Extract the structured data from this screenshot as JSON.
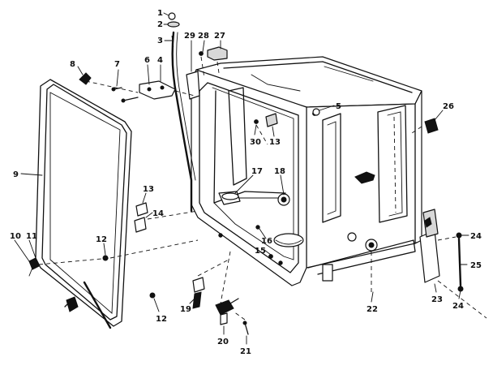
{
  "callouts": [
    {
      "id": "c1",
      "text": "1"
    },
    {
      "id": "c2",
      "text": "2"
    },
    {
      "id": "c3",
      "text": "3"
    },
    {
      "id": "c29",
      "text": "29"
    },
    {
      "id": "c28",
      "text": "28"
    },
    {
      "id": "c27",
      "text": "27"
    },
    {
      "id": "c8",
      "text": "8"
    },
    {
      "id": "c7",
      "text": "7"
    },
    {
      "id": "c6",
      "text": "6"
    },
    {
      "id": "c4",
      "text": "4"
    },
    {
      "id": "c5",
      "text": "5"
    },
    {
      "id": "c26",
      "text": "26"
    },
    {
      "id": "c30",
      "text": "30"
    },
    {
      "id": "c13a",
      "text": "13"
    },
    {
      "id": "c9",
      "text": "9"
    },
    {
      "id": "c17",
      "text": "17"
    },
    {
      "id": "c18",
      "text": "18"
    },
    {
      "id": "c13b",
      "text": "13"
    },
    {
      "id": "c14",
      "text": "14"
    },
    {
      "id": "c10",
      "text": "10"
    },
    {
      "id": "c11",
      "text": "11"
    },
    {
      "id": "c12a",
      "text": "12"
    },
    {
      "id": "c16",
      "text": "16"
    },
    {
      "id": "c15",
      "text": "15"
    },
    {
      "id": "c24a",
      "text": "24"
    },
    {
      "id": "c25",
      "text": "25"
    },
    {
      "id": "c24b",
      "text": "24"
    },
    {
      "id": "c22",
      "text": "22"
    },
    {
      "id": "c23",
      "text": "23"
    },
    {
      "id": "c19",
      "text": "19"
    },
    {
      "id": "c12b",
      "text": "12"
    },
    {
      "id": "c20",
      "text": "20"
    },
    {
      "id": "c21",
      "text": "21"
    }
  ]
}
